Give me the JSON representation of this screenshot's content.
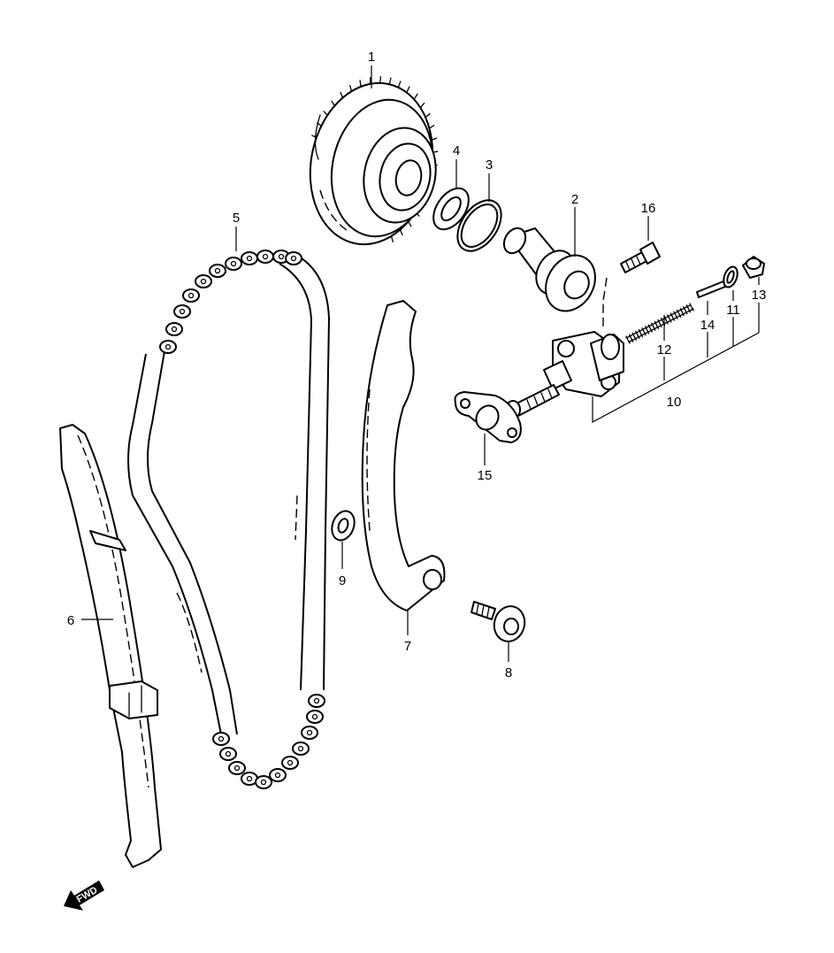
{
  "callouts": {
    "c1": "1",
    "c2": "2",
    "c3": "3",
    "c4": "4",
    "c5": "5",
    "c6": "6",
    "c7": "7",
    "c8": "8",
    "c9": "9",
    "c10": "10",
    "c11": "11",
    "c12": "12",
    "c13": "13",
    "c14": "14",
    "c15": "15",
    "c16": "16"
  },
  "direction_arrow": {
    "label": "FWD",
    "icon": "arrow-left-down-icon"
  },
  "colors": {
    "line": "#000000",
    "background": "#ffffff"
  }
}
